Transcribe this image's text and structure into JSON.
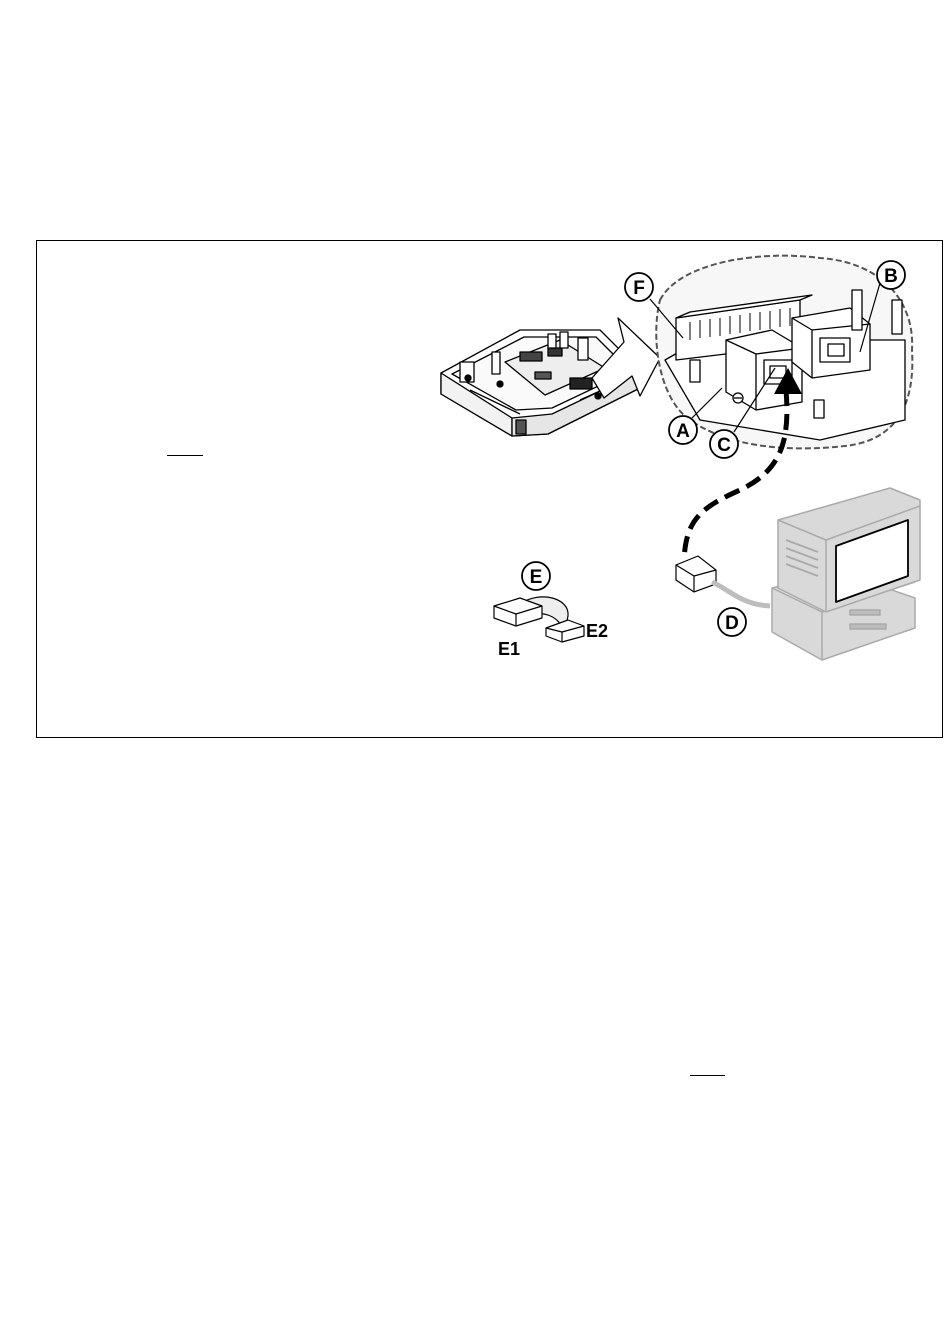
{
  "callouts": {
    "a": "A",
    "b": "B",
    "c": "C",
    "d": "D",
    "e": "E",
    "f": "F"
  },
  "connector_labels": {
    "e1": "E1",
    "e2": "E2"
  },
  "colors": {
    "line": "#000000",
    "computer_fill": "#d9d9d9",
    "computer_stroke": "#aaaaaa",
    "cable_grey": "#bdbdbd"
  }
}
